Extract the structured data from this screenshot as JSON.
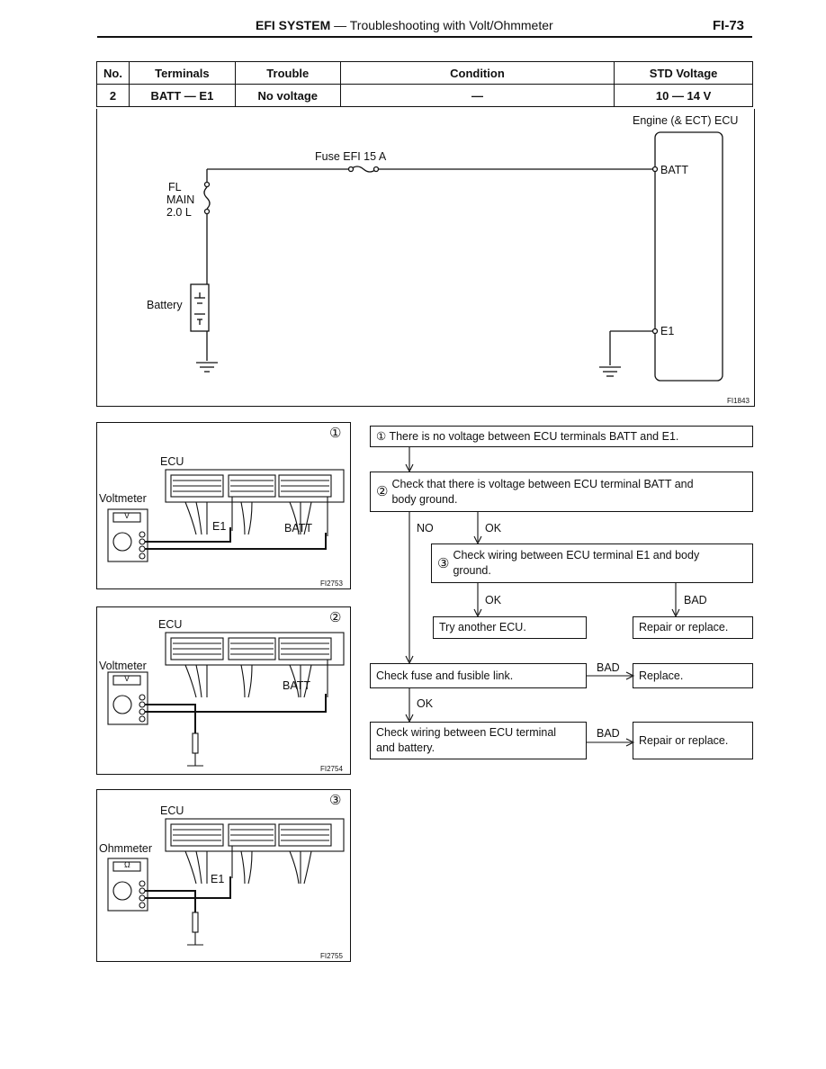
{
  "header": {
    "title_bold": "EFI SYSTEM",
    "title_rest": " — Troubleshooting with Volt/Ohmmeter",
    "page": "FI-73"
  },
  "spec_table": {
    "headers": [
      "No.",
      "Terminals",
      "Trouble",
      "Condition",
      "STD Voltage"
    ],
    "row": [
      "2",
      "BATT — E1",
      "No voltage",
      "—",
      "10 — 14 V"
    ]
  },
  "schematic": {
    "ecu_label": "Engine (& ECT) ECU",
    "fuse_label": "Fuse EFI 15 A",
    "fl_main_line1": "FL",
    "fl_main_line2": "MAIN",
    "fl_main_line3": "2.0 L",
    "battery_label": "Battery",
    "batt_terminal": "BATT",
    "e1_terminal": "E1",
    "ref": "FI1843"
  },
  "figures": [
    {
      "number": "①",
      "ecu": "ECU",
      "meter": "Voltmeter",
      "meter_symbol": "V",
      "labels": [
        "E1",
        "BATT"
      ],
      "ref": "FI2753"
    },
    {
      "number": "②",
      "ecu": "ECU",
      "meter": "Voltmeter",
      "meter_symbol": "V",
      "labels": [
        "BATT"
      ],
      "ref": "FI2754"
    },
    {
      "number": "③",
      "ecu": "ECU",
      "meter": "Ohmmeter",
      "meter_symbol": "Ω",
      "labels": [
        "E1"
      ],
      "ref": "FI2755"
    }
  ],
  "flowchart": {
    "step1": "① There is no voltage between ECU terminals BATT and E1.",
    "step2_num": "②",
    "step2_line1": "Check that there is voltage between ECU terminal BATT and",
    "step2_line2": "body ground.",
    "no": "NO",
    "ok1": "OK",
    "step3_num": "③",
    "step3_line1": "Check wiring between ECU terminal E1 and body",
    "step3_line2": "ground.",
    "ok2": "OK",
    "bad1": "BAD",
    "try_ecu": "Try another ECU.",
    "repair1": "Repair or replace.",
    "check_fuse": "Check fuse and fusible link.",
    "bad2": "BAD",
    "replace": "Replace.",
    "ok3": "OK",
    "check_wiring_line1": "Check wiring between ECU terminal",
    "check_wiring_line2": "and battery.",
    "bad3": "BAD",
    "repair2": "Repair or replace."
  }
}
